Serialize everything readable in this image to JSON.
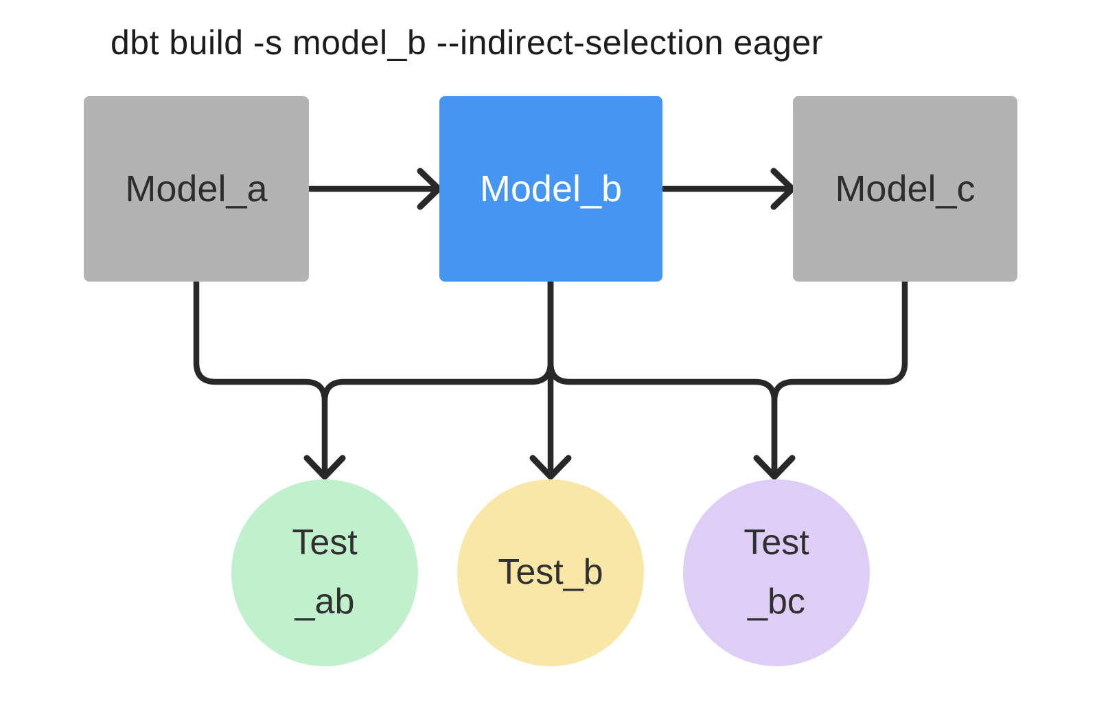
{
  "title": "dbt build -s model_b --indirect-selection eager",
  "colors": {
    "model_default": "#b3b3b3",
    "model_selected": "#4596f2",
    "edge": "#282828",
    "test_ab": "#c1f0cd",
    "test_b": "#f8e7a6",
    "test_bc": "#decdf5"
  },
  "nodes": {
    "model_a": {
      "label": "Model_a",
      "type": "model"
    },
    "model_b": {
      "label": "Model_b",
      "type": "model",
      "selected": true
    },
    "model_c": {
      "label": "Model_c",
      "type": "model"
    },
    "test_ab": {
      "lines": [
        "Test",
        "_ab"
      ],
      "type": "test"
    },
    "test_b": {
      "lines": [
        "Test_b"
      ],
      "type": "test"
    },
    "test_bc": {
      "lines": [
        "Test",
        "_bc"
      ],
      "type": "test"
    }
  },
  "edges": [
    {
      "from": "model_a",
      "to": "model_b"
    },
    {
      "from": "model_b",
      "to": "model_c"
    },
    {
      "from": "model_a",
      "to": "test_ab"
    },
    {
      "from": "model_b",
      "to": "test_ab"
    },
    {
      "from": "model_b",
      "to": "test_b"
    },
    {
      "from": "model_b",
      "to": "test_bc"
    },
    {
      "from": "model_c",
      "to": "test_bc"
    }
  ]
}
